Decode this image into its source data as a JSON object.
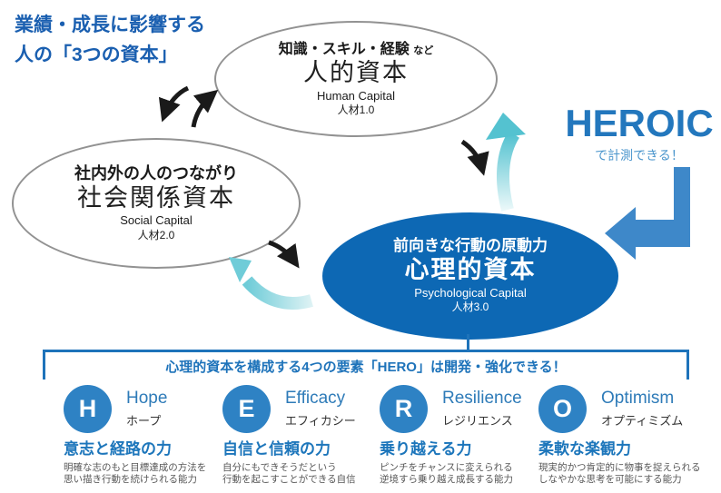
{
  "page_title": {
    "line1": "業績・成長に影響する",
    "line2": "人の「3つの資本」"
  },
  "ellipses": {
    "human": {
      "tag": "知識・スキル・経験",
      "tag_suffix": "など",
      "name": "人的資本",
      "en": "Human Capital",
      "generation": "人材1.0"
    },
    "social": {
      "tag": "社内外の人のつながり",
      "name": "社会関係資本",
      "en": "Social Capital",
      "generation": "人材2.0"
    },
    "psychological": {
      "tag": "前向きな行動の原動力",
      "name": "心理的資本",
      "en": "Psychological Capital",
      "generation": "人材3.0"
    }
  },
  "heroic": {
    "word": "HEROIC",
    "caption": "で計測できる！"
  },
  "banner": {
    "text": "心理的資本を構成する4つの要素「HERO」は開発・強化できる！"
  },
  "hero_items": [
    {
      "letter": "H",
      "en": "Hope",
      "jp": "ホープ",
      "title": "意志と経路の力",
      "desc1": "明確な志のもと目標達成の方法を",
      "desc2": "思い描き行動を続けられる能力"
    },
    {
      "letter": "E",
      "en": "Efficacy",
      "jp": "エフィカシー",
      "title": "自信と信頼の力",
      "desc1": "自分にもできそうだという",
      "desc2": "行動を起こすことができる自信"
    },
    {
      "letter": "R",
      "en": "Resilience",
      "jp": "レジリエンス",
      "title": "乗り越える力",
      "desc1": "ピンチをチャンスに変えられる",
      "desc2": "逆境すら乗り越え成長する能力"
    },
    {
      "letter": "O",
      "en": "Optimism",
      "jp": "オプティミズム",
      "title": "柔軟な楽観力",
      "desc1": "現実的かつ肯定的に物事を捉えられる",
      "desc2": "しなやかな思考を可能にする能力"
    }
  ],
  "colors": {
    "title_blue": "#1a5fb0",
    "psych_ellipse_blue": "#0d68b4",
    "heroic_blue": "#2377bd",
    "heroic_caption_blue": "#4a95cc",
    "elbow_arrow_blue": "#3e88c9",
    "bracket_blue": "#1e73ba",
    "hero_circle_blue": "#2e82c4",
    "hero_title_blue": "#1d76bb",
    "teal_arrow": "#54c2d0",
    "black_arrow": "#1a1a1a",
    "ellipse_border_gray": "#929292"
  }
}
